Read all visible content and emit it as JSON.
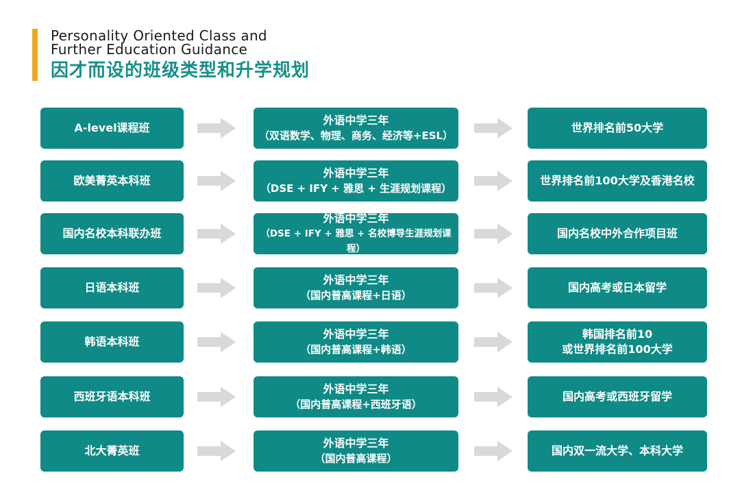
{
  "header": {
    "title_en": "Personality Oriented Class and\nFurther Education Guidance",
    "title_cn": "因才而设的班级类型和升学规划"
  },
  "colors": {
    "box": "#0f8a86",
    "accent": "#f0a81c",
    "title_cn": "#17908a",
    "arrow": "#d9d9d9"
  },
  "rows": [
    {
      "class_name": "A-level课程班",
      "mid_line1": "外语中学三年",
      "mid_line2": "（双语数学、物理、商务、经济等+ESL）",
      "dest_line1": "世界排名前50大学",
      "dest_line2": ""
    },
    {
      "class_name": "欧美菁英本科班",
      "mid_line1": "外语中学三年",
      "mid_line2": "（DSE + IFY + 雅思 + 生涯规划课程）",
      "dest_line1": "世界排名前100大学及香港名校",
      "dest_line2": ""
    },
    {
      "class_name": "国内名校本科联办班",
      "mid_line1": "外语中学三年",
      "mid_line2": "（DSE + IFY + 雅思 + 名校博导生涯规划课程）",
      "dest_line1": "国内名校中外合作项目班",
      "dest_line2": ""
    },
    {
      "class_name": "日语本科班",
      "mid_line1": "外语中学三年",
      "mid_line2": "（国内普高课程+日语）",
      "dest_line1": "国内高考或日本留学",
      "dest_line2": ""
    },
    {
      "class_name": "韩语本科班",
      "mid_line1": "外语中学三年",
      "mid_line2": "（国内普高课程+韩语）",
      "dest_line1": "韩国排名前10",
      "dest_line2": "或世界排名前100大学"
    },
    {
      "class_name": "西班牙语本科班",
      "mid_line1": "外语中学三年",
      "mid_line2": "（国内普高课程+西班牙语）",
      "dest_line1": "国内高考或西班牙留学",
      "dest_line2": ""
    },
    {
      "class_name": "北大菁英班",
      "mid_line1": "外语中学三年",
      "mid_line2": "（国内普高课程）",
      "dest_line1": "国内双一流大学、本科大学",
      "dest_line2": ""
    }
  ]
}
